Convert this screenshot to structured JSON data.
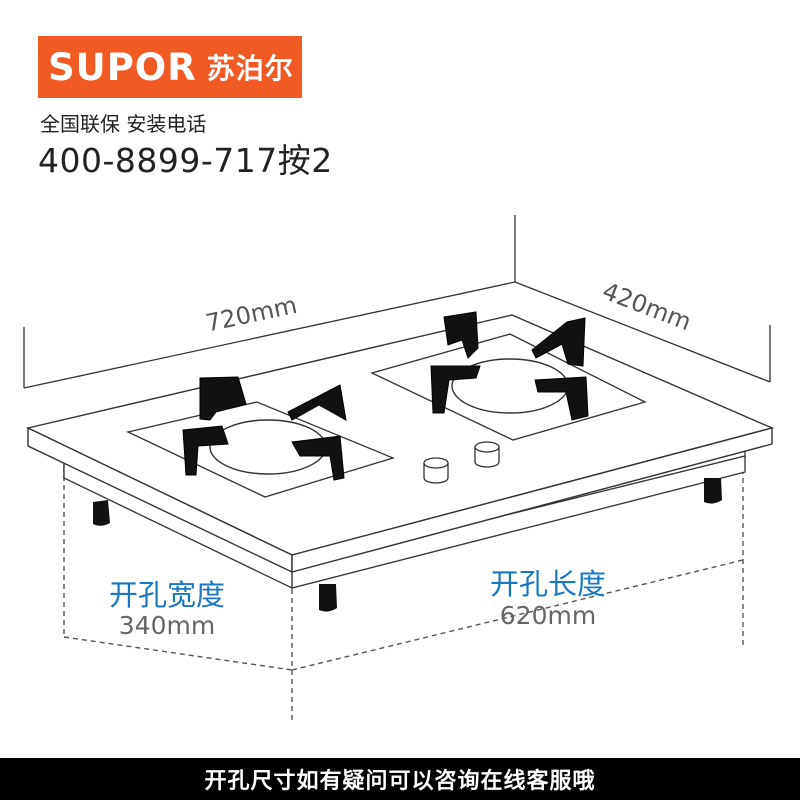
{
  "brand": {
    "name_en": "SUPOR",
    "name_cn": "苏泊尔",
    "color": "#f15a22"
  },
  "hotline": {
    "label": "全国联保 安装电话",
    "number": "400-8899-717按2"
  },
  "dimensions": {
    "width_label": "720mm",
    "depth_label": "420mm",
    "cutout_width_title": "开孔宽度",
    "cutout_width_value": "340mm",
    "cutout_length_title": "开孔长度",
    "cutout_length_value": "620mm"
  },
  "colors": {
    "accent_blue": "#1a78c2",
    "footer_bg": "#000000"
  },
  "footer": {
    "text": "开孔尺寸如有疑问可以咨询在线客服哦"
  }
}
